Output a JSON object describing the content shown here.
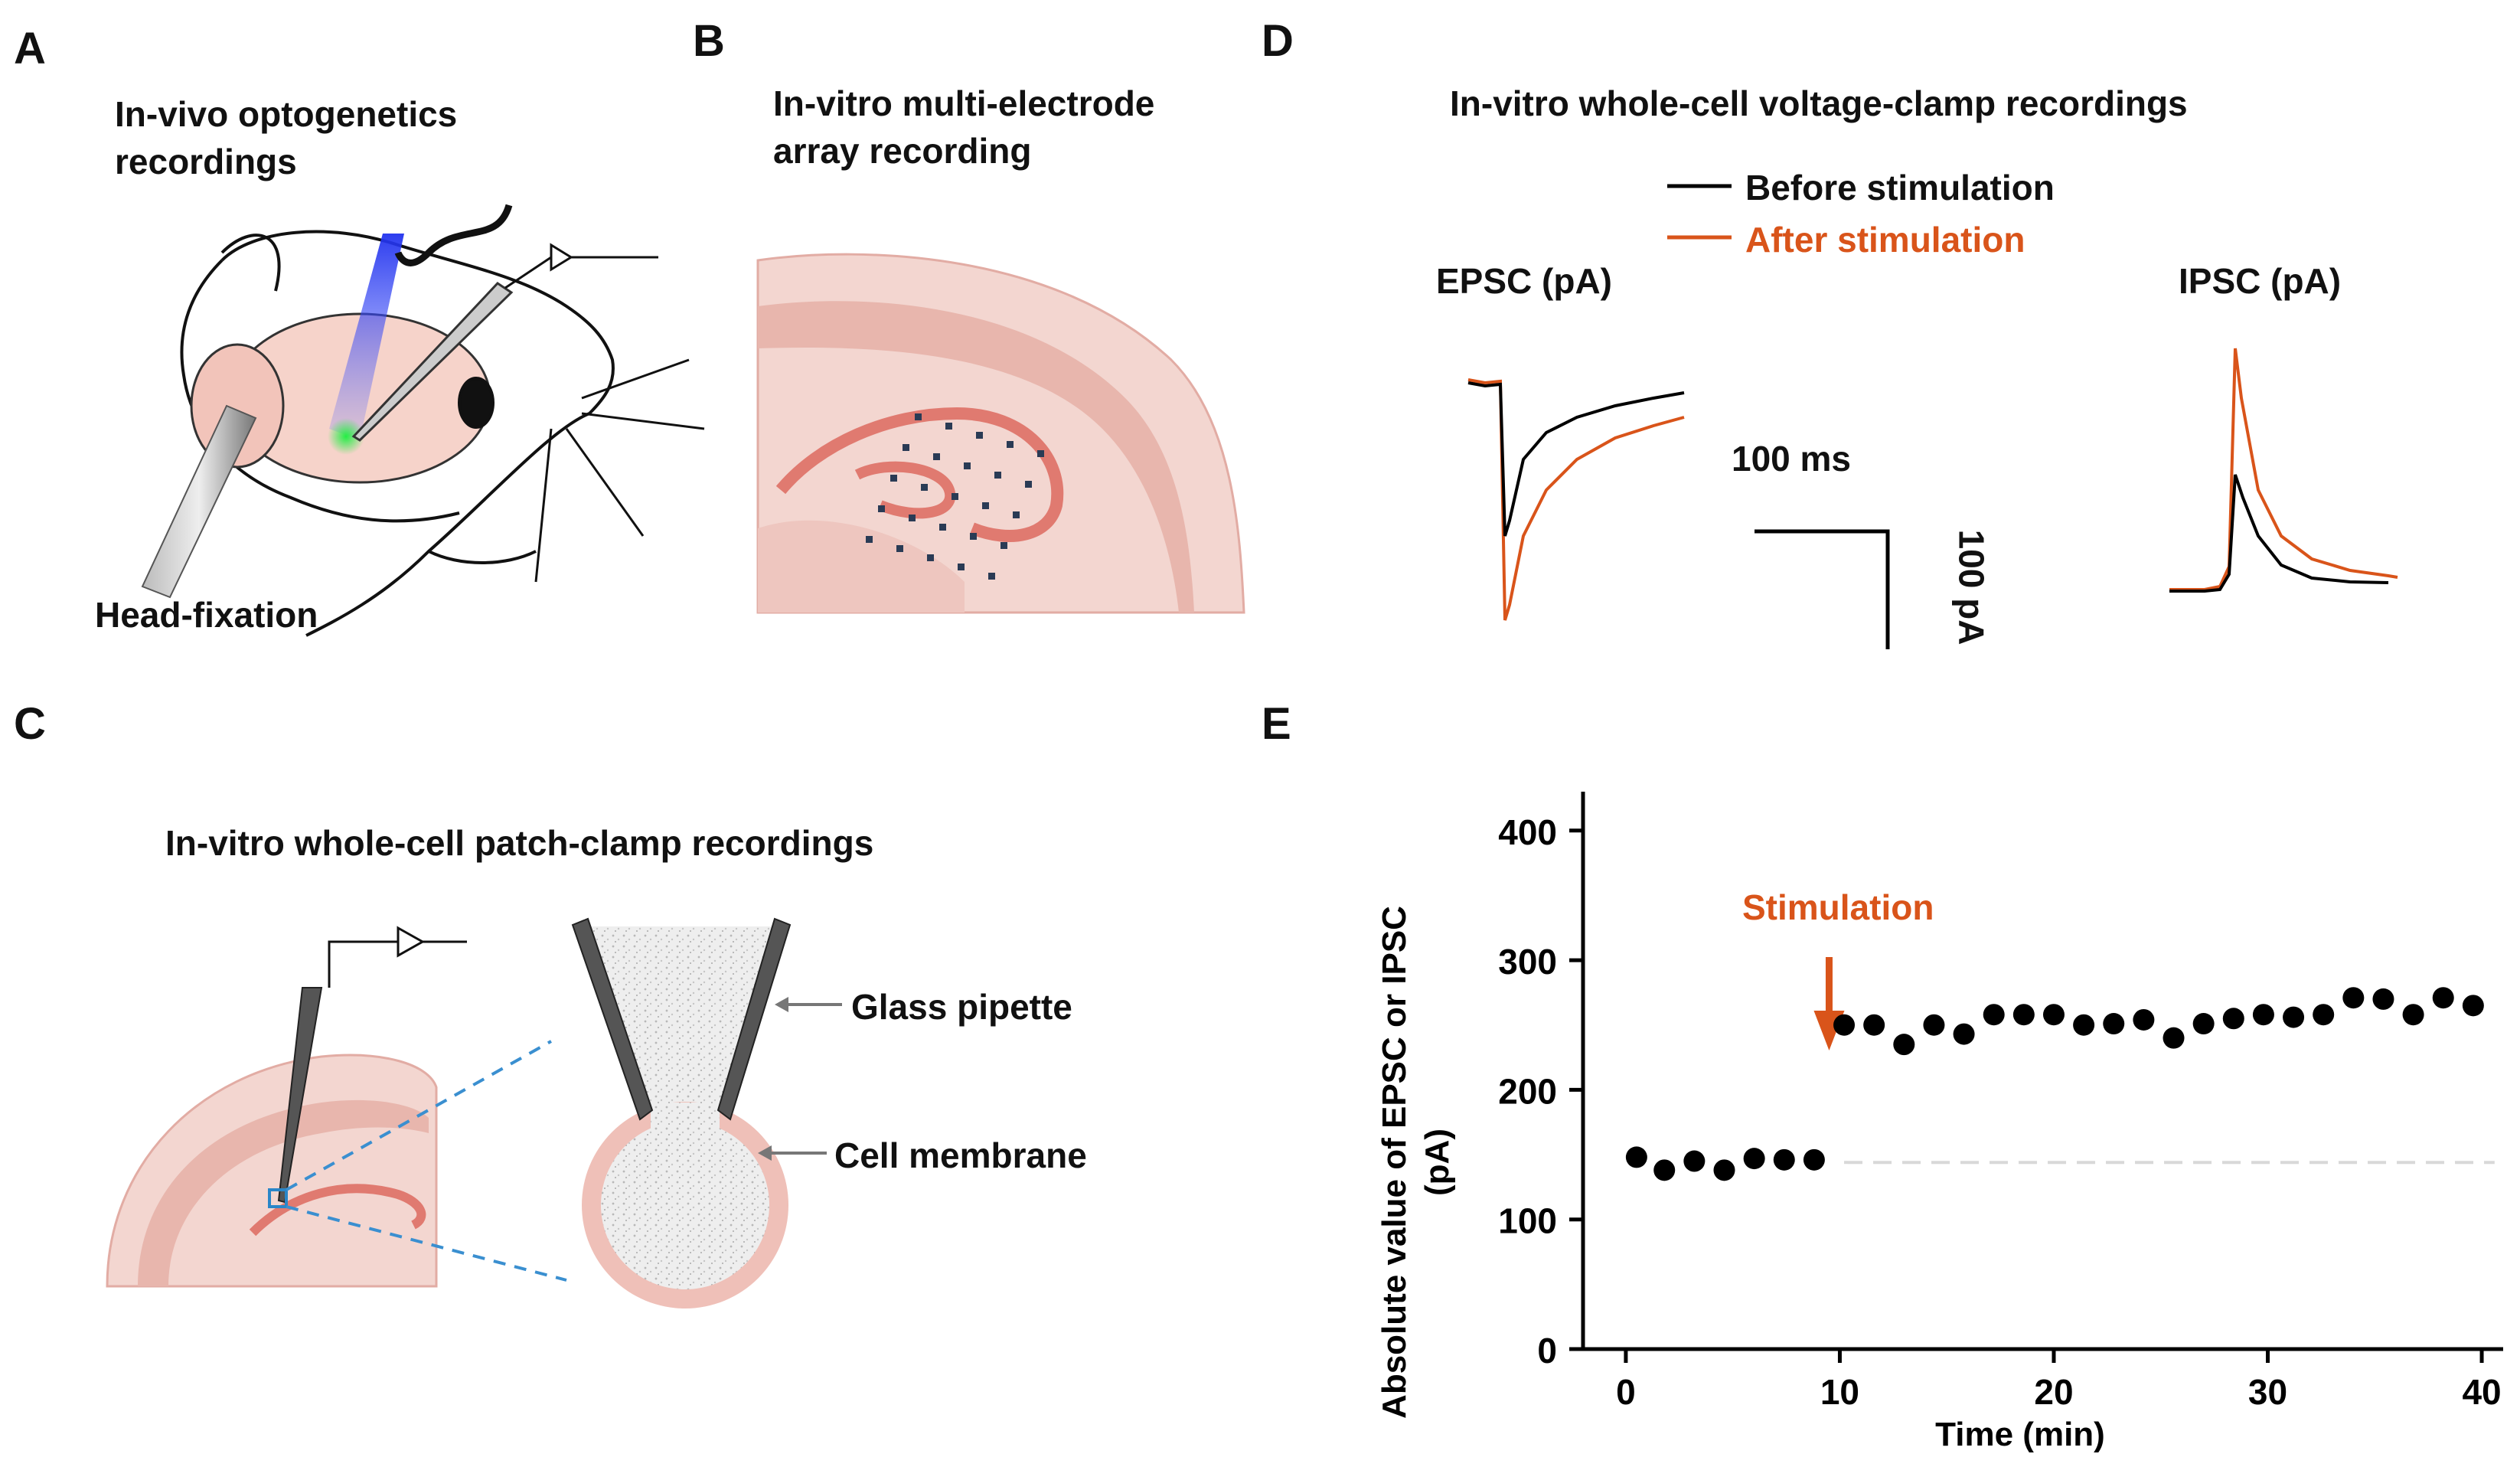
{
  "panels": {
    "A": {
      "label": "A",
      "title_line1": "In-vivo optogenetics",
      "title_line2": "recordings",
      "caption": "Head-fixation"
    },
    "B": {
      "label": "B",
      "title_line1": "In-vitro multi-electrode",
      "title_line2": "array recording"
    },
    "C": {
      "label": "C",
      "title": "In-vitro whole-cell patch-clamp recordings",
      "pipette_label": "Glass pipette",
      "membrane_label": "Cell membrane"
    },
    "D": {
      "label": "D",
      "title": "In-vitro whole-cell voltage-clamp recordings",
      "legend": [
        {
          "name": "Before stimulation",
          "color": "#000000"
        },
        {
          "name": "After stimulation",
          "color": "#d9541a"
        }
      ],
      "epsc_label": "EPSC (pA)",
      "ipsc_label": "IPSC (pA)",
      "scale_time": "100 ms",
      "scale_amp": "100 pA"
    },
    "E": {
      "label": "E",
      "stimulation_label": "Stimulation"
    }
  },
  "colors": {
    "accent": "#d9541a",
    "tissue": "#f3d6d0",
    "tissue_dark": "#e3aaa2",
    "cell_layer": "#e07a70",
    "laser": "#3344ee",
    "glow": "#22dd44",
    "electrode_dot": "#2a3b55",
    "dashed_line": "#3a8fd0"
  },
  "chart_data": {
    "type": "scatter",
    "xlabel": "Time (min)",
    "ylabel": "Absolute value of EPSC or IPSC (pA)",
    "xlim": [
      -2,
      41
    ],
    "ylim": [
      0,
      430
    ],
    "xticks": [
      0,
      10,
      20,
      30,
      40
    ],
    "yticks": [
      0,
      100,
      200,
      300,
      400
    ],
    "x": [
      0.5,
      1.8,
      3.2,
      4.6,
      6.0,
      7.4,
      8.8,
      10.2,
      11.6,
      13.0,
      14.4,
      15.8,
      17.2,
      18.6,
      20.0,
      21.4,
      22.8,
      24.2,
      25.6,
      27.0,
      28.4,
      29.8,
      31.2,
      32.6,
      34.0,
      35.4,
      36.8,
      38.2,
      39.6
    ],
    "y": [
      148,
      138,
      145,
      138,
      147,
      146,
      146,
      250,
      250,
      235,
      250,
      243,
      258,
      258,
      258,
      250,
      251,
      254,
      240,
      251,
      255,
      258,
      256,
      258,
      271,
      270,
      258,
      271,
      265
    ],
    "baseline": 144,
    "stimulation_time": 9.5,
    "grid": false
  }
}
